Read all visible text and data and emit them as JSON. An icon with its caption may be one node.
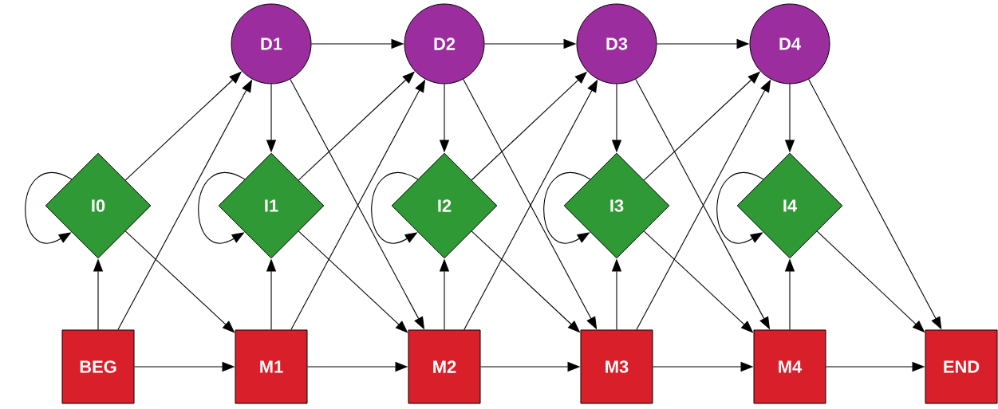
{
  "diagram": {
    "nodes": [
      {
        "text": [
          "D1"
        ]
      },
      {
        "text": [
          "D2"
        ]
      },
      {
        "text": [
          "D3"
        ]
      },
      {
        "text": [
          "D4"
        ]
      },
      {
        "text": [
          "I0"
        ]
      },
      {
        "text": [
          "I1"
        ]
      },
      {
        "text": [
          "I2"
        ]
      },
      {
        "text": [
          "I3"
        ]
      },
      {
        "text": [
          "I4"
        ]
      },
      {
        "text": [
          "BEG"
        ]
      },
      {
        "text": [
          "M1"
        ]
      },
      {
        "text": [
          "M2"
        ]
      },
      {
        "text": [
          "M3"
        ]
      },
      {
        "text": [
          "M4"
        ]
      },
      {
        "text": [
          "END"
        ]
      }
    ],
    "edges": [
      {
        "from": 0,
        "to": 1,
        "arrow": "to"
      },
      {
        "from": 1,
        "to": 2,
        "arrow": "to"
      },
      {
        "from": 2,
        "to": 3,
        "arrow": "to"
      },
      {
        "from": 0,
        "to": 5,
        "arrow": "to"
      },
      {
        "from": 1,
        "to": 6,
        "arrow": "to"
      },
      {
        "from": 2,
        "to": 7,
        "arrow": "to"
      },
      {
        "from": 3,
        "to": 8,
        "arrow": "to"
      },
      {
        "from": 0,
        "to": 11,
        "arrow": "to"
      },
      {
        "from": 1,
        "to": 12,
        "arrow": "to"
      },
      {
        "from": 2,
        "to": 13,
        "arrow": "to"
      },
      {
        "from": 3,
        "to": 14,
        "arrow": "to"
      },
      {
        "from": 4,
        "to": 4,
        "arrow": "to"
      },
      {
        "from": 5,
        "to": 5,
        "arrow": "to"
      },
      {
        "from": 6,
        "to": 6,
        "arrow": "to"
      },
      {
        "from": 7,
        "to": 7,
        "arrow": "to"
      },
      {
        "from": 8,
        "to": 8,
        "arrow": "to"
      },
      {
        "from": 4,
        "to": 0,
        "arrow": "to"
      },
      {
        "from": 5,
        "to": 1,
        "arrow": "to"
      },
      {
        "from": 6,
        "to": 2,
        "arrow": "to"
      },
      {
        "from": 7,
        "to": 3,
        "arrow": "to"
      },
      {
        "from": 4,
        "to": 10,
        "arrow": "to"
      },
      {
        "from": 5,
        "to": 11,
        "arrow": "to"
      },
      {
        "from": 6,
        "to": 12,
        "arrow": "to"
      },
      {
        "from": 7,
        "to": 13,
        "arrow": "to"
      },
      {
        "from": 8,
        "to": 14,
        "arrow": "to"
      },
      {
        "from": 9,
        "to": 4,
        "arrow": "to"
      },
      {
        "from": 10,
        "to": 5,
        "arrow": "to"
      },
      {
        "from": 11,
        "to": 6,
        "arrow": "to"
      },
      {
        "from": 12,
        "to": 7,
        "arrow": "to"
      },
      {
        "from": 13,
        "to": 8,
        "arrow": "to"
      },
      {
        "from": 9,
        "to": 0,
        "arrow": "to"
      },
      {
        "from": 10,
        "to": 1,
        "arrow": "to"
      },
      {
        "from": 11,
        "to": 2,
        "arrow": "to"
      },
      {
        "from": 12,
        "to": 3,
        "arrow": "to"
      },
      {
        "from": 9,
        "to": 10,
        "arrow": "to"
      },
      {
        "from": 10,
        "to": 11,
        "arrow": "to"
      },
      {
        "from": 11,
        "to": 12,
        "arrow": "to"
      },
      {
        "from": 12,
        "to": 13,
        "arrow": "to"
      },
      {
        "from": 13,
        "to": 14,
        "arrow": "to"
      }
    ]
  }
}
